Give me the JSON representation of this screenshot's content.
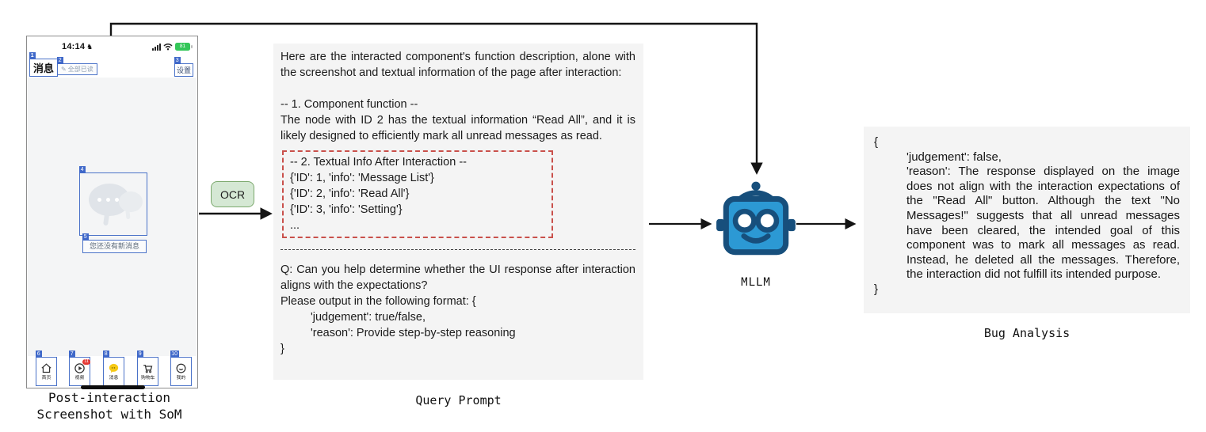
{
  "figure": {
    "phone_caption_line1": "Post-interaction",
    "phone_caption_line2": "Screenshot with SoM",
    "ocr_label": "OCR",
    "mllm_label": "MLLM",
    "query_caption": "Query Prompt",
    "bug_caption": "Bug Analysis"
  },
  "phone": {
    "status": {
      "time": "14:14",
      "time_glyph": "♞",
      "battery": "81"
    },
    "nav": {
      "title": {
        "tag": "1",
        "label": "消息"
      },
      "read_all": {
        "tag": "2",
        "label": "全部已读",
        "icon_glyph": "✎"
      },
      "settings": {
        "tag": "3",
        "label": "设置"
      }
    },
    "empty_state": {
      "bubble_tag": "4",
      "message_tag": "5",
      "message": "您还没有新消息"
    },
    "tabbar": [
      {
        "tag": "6",
        "label": "首页"
      },
      {
        "tag": "7",
        "label": "视频",
        "badge": "11"
      },
      {
        "tag": "8",
        "label": "消息"
      },
      {
        "tag": "9",
        "label": "购物车"
      },
      {
        "tag": "10",
        "label": "我的"
      }
    ]
  },
  "query_prompt": {
    "intro": "Here are the interacted component's function description, alone with the screenshot and textual information of the page after interaction:",
    "section1_header": "-- 1. Component function --",
    "section1_body": "The node with ID 2 has the textual information “Read All”, and it is likely designed to efficiently mark all unread messages as read.",
    "section2_header": "-- 2. Textual Info After Interaction --",
    "section2_items": [
      "{'ID': 1, 'info': 'Message List'}",
      "{'ID': 2, 'info': 'Read All'}",
      "{'ID': 3, 'info': 'Setting'}",
      "..."
    ],
    "question": "Q: Can you help determine whether the UI response after interaction aligns with the expectations?",
    "format_intro": "Please output in the following format: {",
    "format_line1": "'judgement': true/false,",
    "format_line2": "'reason': Provide step-by-step reasoning",
    "format_close": "}"
  },
  "bug_analysis": {
    "brace_open": "{",
    "judgement_line": "'judgement': false,",
    "reason_line": "'reason': The response displayed on the image does not align with the interaction expectations of the \"Read All\" button. Although the text \"No Messages!\" suggests that all unread messages have been cleared, the intended goal of this component was to mark all messages as read. Instead, he deleted all the messages. Therefore, the interaction did not fulfill its intended purpose.",
    "brace_close": "}"
  },
  "colors": {
    "som_blue": "#4a72c8",
    "som_tag_bg": "#3f68c9",
    "red_dashed_border": "#c9504b",
    "ocr_fill": "#d5e8d4",
    "ocr_border": "#7ca96e",
    "robot_dark": "#174f7c",
    "robot_fill": "#2c99d4",
    "badge_red": "#e53935",
    "chat_yellow": "#f6c915",
    "battery_green": "#34c759",
    "panel_bg": "#f4f4f4"
  }
}
